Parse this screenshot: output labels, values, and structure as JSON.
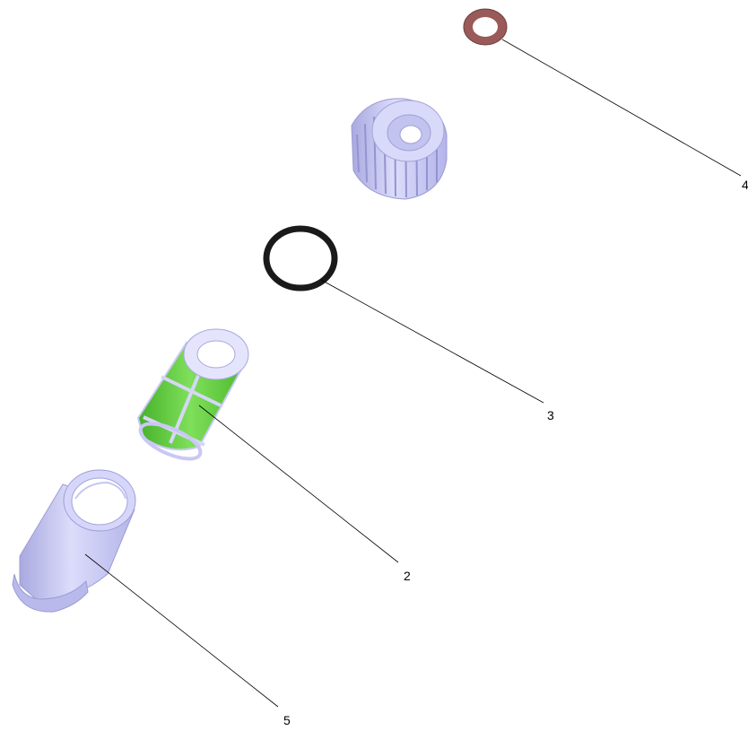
{
  "diagram": {
    "colors": {
      "background": "#ffffff",
      "plastic_part": "#c9c8f4",
      "plastic_shade": "#9fa0d8",
      "filter_mesh": "#5fcf3a",
      "oring_black": "#1a1a1a",
      "washer_red": "#9a5a5a",
      "leader_line": "#000000"
    },
    "parts": [
      {
        "id": "washer",
        "callout": "4",
        "icon": "washer-icon"
      },
      {
        "id": "union-nut",
        "callout": "",
        "icon": "union-nut-icon"
      },
      {
        "id": "o-ring",
        "callout": "3",
        "icon": "o-ring-icon"
      },
      {
        "id": "filter-insert",
        "callout": "2",
        "icon": "filter-insert-icon"
      },
      {
        "id": "filter-housing",
        "callout": "5",
        "icon": "filter-housing-icon"
      }
    ]
  }
}
